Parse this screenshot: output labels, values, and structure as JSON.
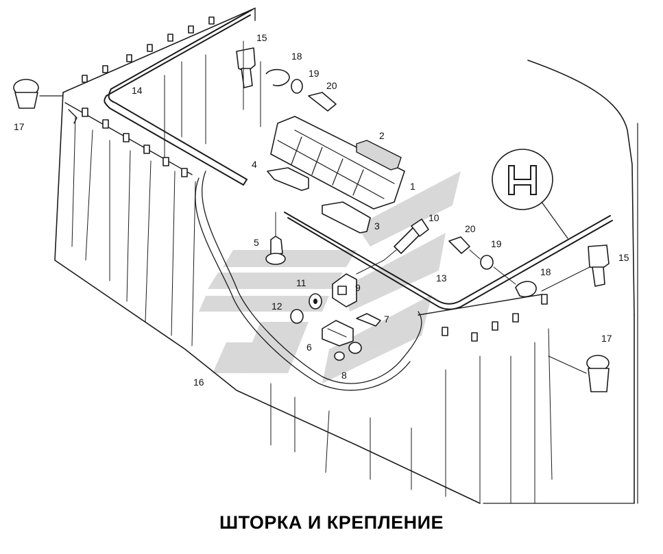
{
  "caption": "ШТОРКА И КРЕПЛЕНИЕ",
  "callouts": [
    {
      "id": "1",
      "label": "1"
    },
    {
      "id": "2",
      "label": "2"
    },
    {
      "id": "3",
      "label": "3"
    },
    {
      "id": "4",
      "label": "4"
    },
    {
      "id": "5",
      "label": "5"
    },
    {
      "id": "6",
      "label": "6"
    },
    {
      "id": "7",
      "label": "7"
    },
    {
      "id": "8",
      "label": "8"
    },
    {
      "id": "9",
      "label": "9"
    },
    {
      "id": "10",
      "label": "10"
    },
    {
      "id": "11",
      "label": "11"
    },
    {
      "id": "12",
      "label": "12"
    },
    {
      "id": "13",
      "label": "13"
    },
    {
      "id": "14",
      "label": "14"
    },
    {
      "id": "15a",
      "label": "15"
    },
    {
      "id": "15b",
      "label": "15"
    },
    {
      "id": "16",
      "label": "16"
    },
    {
      "id": "17a",
      "label": "17"
    },
    {
      "id": "17b",
      "label": "17"
    },
    {
      "id": "18a",
      "label": "18"
    },
    {
      "id": "18b",
      "label": "18"
    },
    {
      "id": "19a",
      "label": "19"
    },
    {
      "id": "19b",
      "label": "19"
    },
    {
      "id": "20a",
      "label": "20"
    },
    {
      "id": "20b",
      "label": "20"
    }
  ],
  "colors": {
    "line": "#1a1a1a",
    "watermark": "#cfcfcf",
    "background": "#ffffff"
  }
}
